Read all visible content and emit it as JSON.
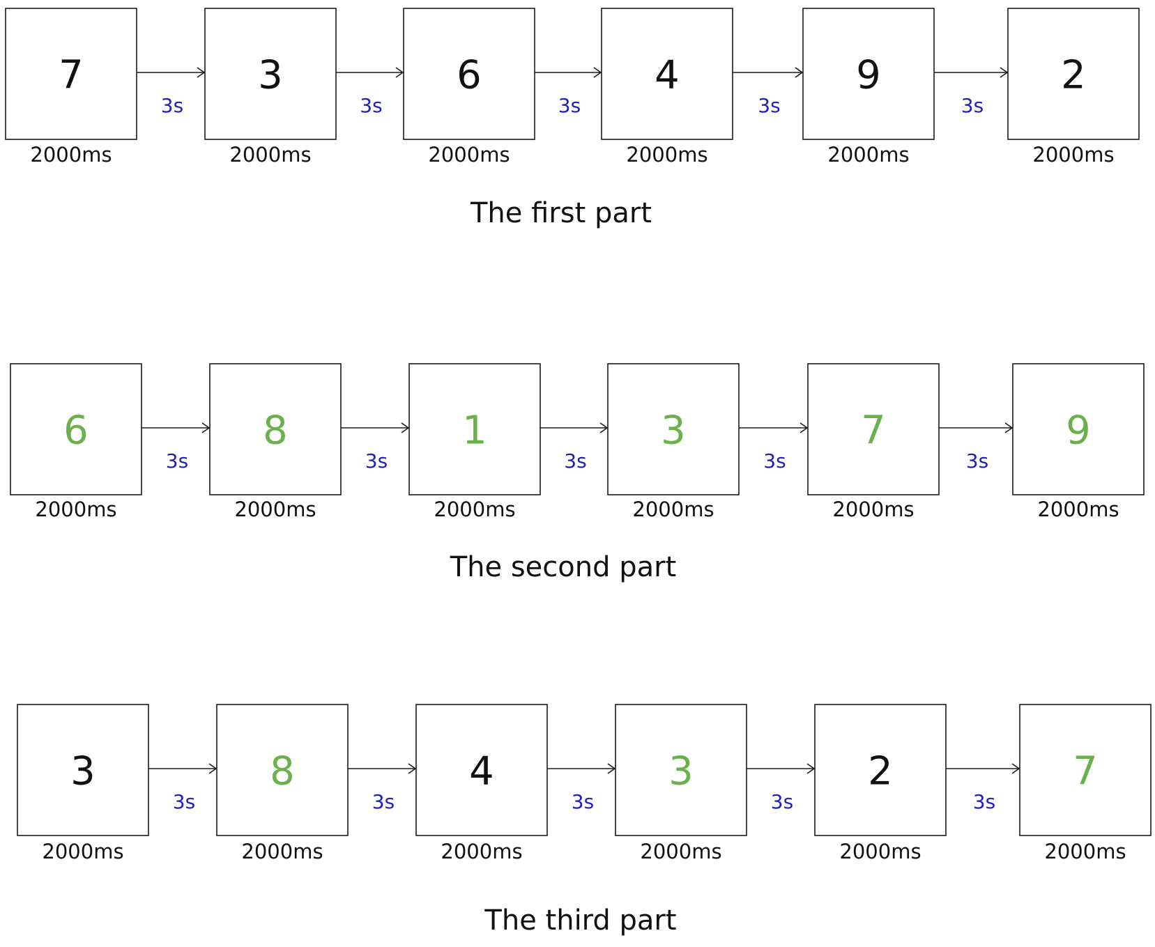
{
  "colors": {
    "black_digit": "#111111",
    "green_digit": "#6ab04c",
    "interval_text": "#1f1fbf",
    "box_border": "#1a1a1a"
  },
  "parts": [
    {
      "title": "The first part",
      "trials": [
        {
          "digit": "7",
          "color": "black",
          "duration": "2000ms"
        },
        {
          "digit": "3",
          "color": "black",
          "duration": "2000ms"
        },
        {
          "digit": "6",
          "color": "black",
          "duration": "2000ms"
        },
        {
          "digit": "4",
          "color": "black",
          "duration": "2000ms"
        },
        {
          "digit": "9",
          "color": "black",
          "duration": "2000ms"
        },
        {
          "digit": "2",
          "color": "black",
          "duration": "2000ms"
        }
      ],
      "intervals": [
        "3s",
        "3s",
        "3s",
        "3s",
        "3s"
      ]
    },
    {
      "title": "The second part",
      "trials": [
        {
          "digit": "6",
          "color": "green",
          "duration": "2000ms"
        },
        {
          "digit": "8",
          "color": "green",
          "duration": "2000ms"
        },
        {
          "digit": "1",
          "color": "green",
          "duration": "2000ms"
        },
        {
          "digit": "3",
          "color": "green",
          "duration": "2000ms"
        },
        {
          "digit": "7",
          "color": "green",
          "duration": "2000ms"
        },
        {
          "digit": "9",
          "color": "green",
          "duration": "2000ms"
        }
      ],
      "intervals": [
        "3s",
        "3s",
        "3s",
        "3s",
        "3s"
      ]
    },
    {
      "title": "The third part",
      "trials": [
        {
          "digit": "3",
          "color": "black",
          "duration": "2000ms"
        },
        {
          "digit": "8",
          "color": "green",
          "duration": "2000ms"
        },
        {
          "digit": "4",
          "color": "black",
          "duration": "2000ms"
        },
        {
          "digit": "3",
          "color": "green",
          "duration": "2000ms"
        },
        {
          "digit": "2",
          "color": "black",
          "duration": "2000ms"
        },
        {
          "digit": "7",
          "color": "green",
          "duration": "2000ms"
        }
      ],
      "intervals": [
        "3s",
        "3s",
        "3s",
        "3s",
        "3s"
      ]
    }
  ]
}
